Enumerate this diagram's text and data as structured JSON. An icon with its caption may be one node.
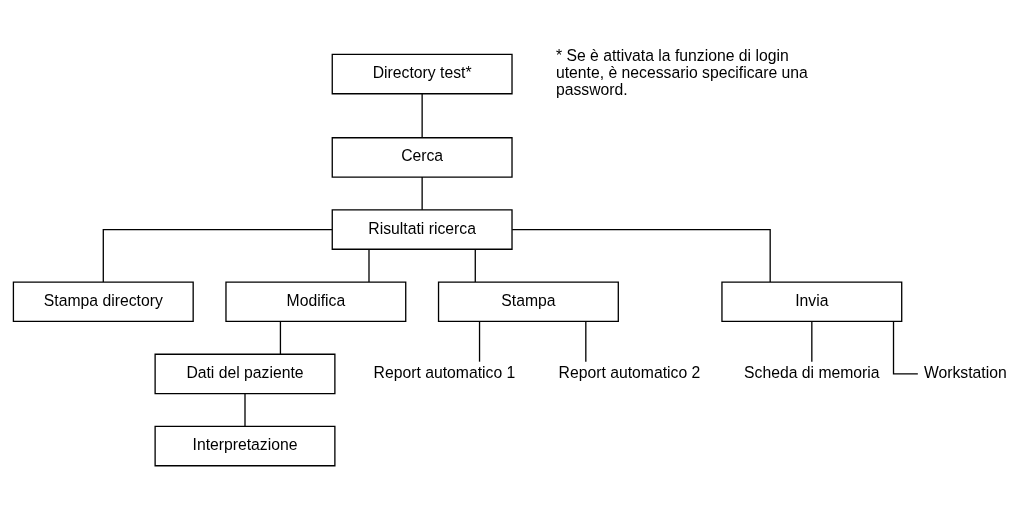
{
  "diagram": {
    "nodes": [
      {
        "text": [
          "Directory test*"
        ]
      },
      {
        "text": [
          "Cerca"
        ]
      },
      {
        "text": [
          "Risultati ricerca"
        ]
      },
      {
        "text": [
          "Stampa directory"
        ]
      },
      {
        "text": [
          "Modifica"
        ]
      },
      {
        "text": [
          "Stampa"
        ]
      },
      {
        "text": [
          "Invia"
        ]
      },
      {
        "text": [
          "Dati del paziente"
        ]
      },
      {
        "text": [
          "Interpretazione"
        ]
      },
      {
        "text": [
          "Report automatico 1"
        ]
      },
      {
        "text": [
          "Report automatico 2"
        ]
      },
      {
        "text": [
          "Scheda di memoria"
        ]
      },
      {
        "text": [
          "Workstation"
        ]
      }
    ],
    "edges": [
      {
        "from": 0,
        "to": 1,
        "arrow": "none"
      },
      {
        "from": 1,
        "to": 2,
        "arrow": "none"
      },
      {
        "from": 2,
        "to": 3,
        "arrow": "none"
      },
      {
        "from": 2,
        "to": 4,
        "arrow": "none"
      },
      {
        "from": 2,
        "to": 5,
        "arrow": "none"
      },
      {
        "from": 2,
        "to": 6,
        "arrow": "none"
      },
      {
        "from": 4,
        "to": 7,
        "arrow": "none"
      },
      {
        "from": 7,
        "to": 8,
        "arrow": "none"
      },
      {
        "from": 5,
        "to": 9,
        "arrow": "none"
      },
      {
        "from": 5,
        "to": 10,
        "arrow": "none"
      },
      {
        "from": 6,
        "to": 11,
        "arrow": "none"
      },
      {
        "from": 6,
        "to": 12,
        "arrow": "none"
      }
    ],
    "labels": [
      "* Se è attivata la funzione di login utente, è necessario specificare una password."
    ]
  }
}
